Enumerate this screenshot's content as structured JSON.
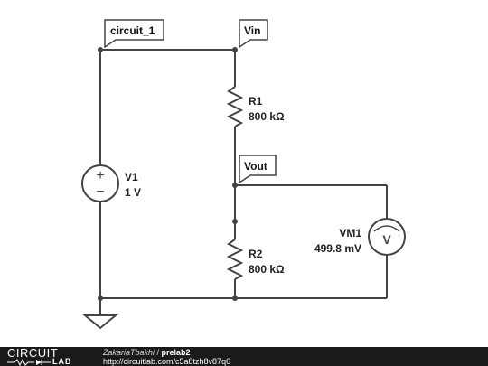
{
  "labels": {
    "circuit_tag": "circuit_1",
    "vin_tag": "Vin",
    "vout_tag": "Vout",
    "r1_name": "R1",
    "r1_value": "800 kΩ",
    "r2_name": "R2",
    "r2_value": "800 kΩ",
    "v1_name": "V1",
    "v1_value": "1 V",
    "vm1_name": "VM1",
    "vm1_value": "499.8 mV",
    "vm1_symbol": "V",
    "source_plus": "+",
    "source_minus": "−"
  },
  "footer": {
    "logo_top": "CIRCUIT",
    "logo_bottom": "LAB",
    "author": "ZakariaTbakhi",
    "separator": " / ",
    "title": "prelab2",
    "url": "http://circuitlab.com/c5a8tzh8v87q6"
  },
  "colors": {
    "wire": "#444444",
    "footer_bg": "#1a1a1a"
  }
}
